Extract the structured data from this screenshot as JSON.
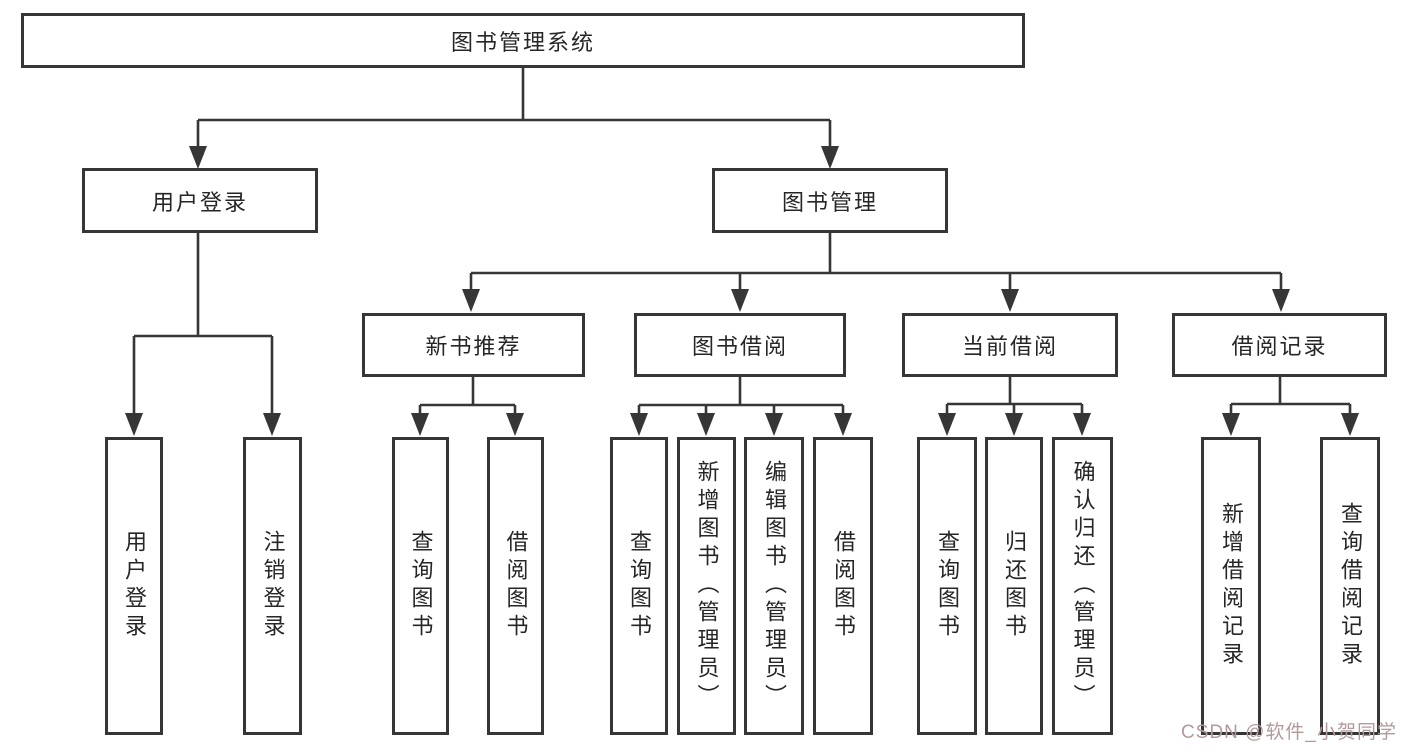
{
  "diagram": {
    "type": "hierarchy-tree",
    "root": {
      "label": "图书管理系统"
    },
    "branches": [
      {
        "label": "用户登录",
        "children": [
          {
            "label": "用户登录"
          },
          {
            "label": "注销登录"
          }
        ]
      },
      {
        "label": "图书管理",
        "children": [
          {
            "label": "新书推荐",
            "children": [
              {
                "label": "查询图书"
              },
              {
                "label": "借阅图书"
              }
            ]
          },
          {
            "label": "图书借阅",
            "children": [
              {
                "label": "查询图书"
              },
              {
                "label": "新增图书（管理员）"
              },
              {
                "label": "编辑图书（管理员）"
              },
              {
                "label": "借阅图书"
              }
            ]
          },
          {
            "label": "当前借阅",
            "children": [
              {
                "label": "查询图书"
              },
              {
                "label": "归还图书"
              },
              {
                "label": "确认归还（管理员）"
              }
            ]
          },
          {
            "label": "借阅记录",
            "children": [
              {
                "label": "新增借阅记录"
              },
              {
                "label": "查询借阅记录"
              }
            ]
          }
        ]
      }
    ]
  },
  "watermark": {
    "text": "CSDN @软件_小贺同学"
  },
  "colors": {
    "line": "#363636",
    "box_border": "#363636",
    "text": "#262626",
    "watermark": "#b49a9a",
    "background": "#ffffff"
  }
}
